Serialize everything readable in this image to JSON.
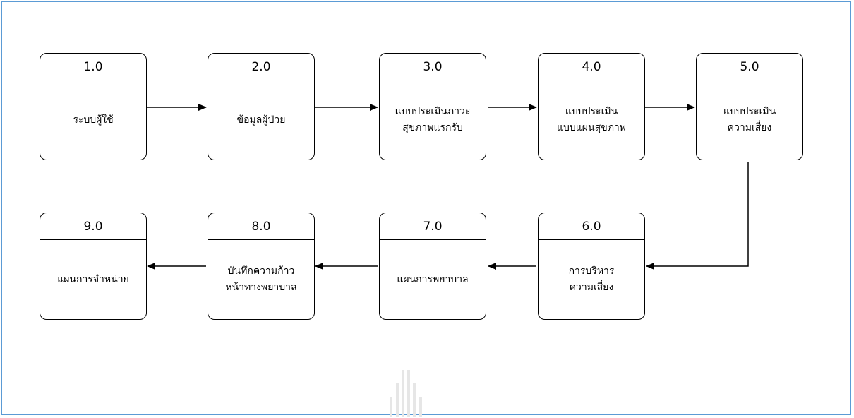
{
  "diagram": {
    "processes": [
      {
        "id": "1.0",
        "label": "ระบบผู้ใช้"
      },
      {
        "id": "2.0",
        "label": "ข้อมูลผู้ป่วย"
      },
      {
        "id": "3.0",
        "label": "แบบประเมินภาวะ\nสุขภาพแรกรับ"
      },
      {
        "id": "4.0",
        "label": "แบบประเมิน\nแบบแผนสุขภาพ"
      },
      {
        "id": "5.0",
        "label": "แบบประเมิน\nความเสี่ยง"
      },
      {
        "id": "6.0",
        "label": "การบริหาร\nความเสี่ยง"
      },
      {
        "id": "7.0",
        "label": "แผนการพยาบาล"
      },
      {
        "id": "8.0",
        "label": "บันทึกความก้าว\nหน้าทางพยาบาล"
      },
      {
        "id": "9.0",
        "label": "แผนการจำหน่าย"
      }
    ],
    "flows": [
      {
        "from": "1.0",
        "to": "2.0"
      },
      {
        "from": "2.0",
        "to": "3.0"
      },
      {
        "from": "3.0",
        "to": "4.0"
      },
      {
        "from": "4.0",
        "to": "5.0"
      },
      {
        "from": "5.0",
        "to": "6.0"
      },
      {
        "from": "6.0",
        "to": "7.0"
      },
      {
        "from": "7.0",
        "to": "8.0"
      },
      {
        "from": "8.0",
        "to": "9.0"
      }
    ]
  }
}
